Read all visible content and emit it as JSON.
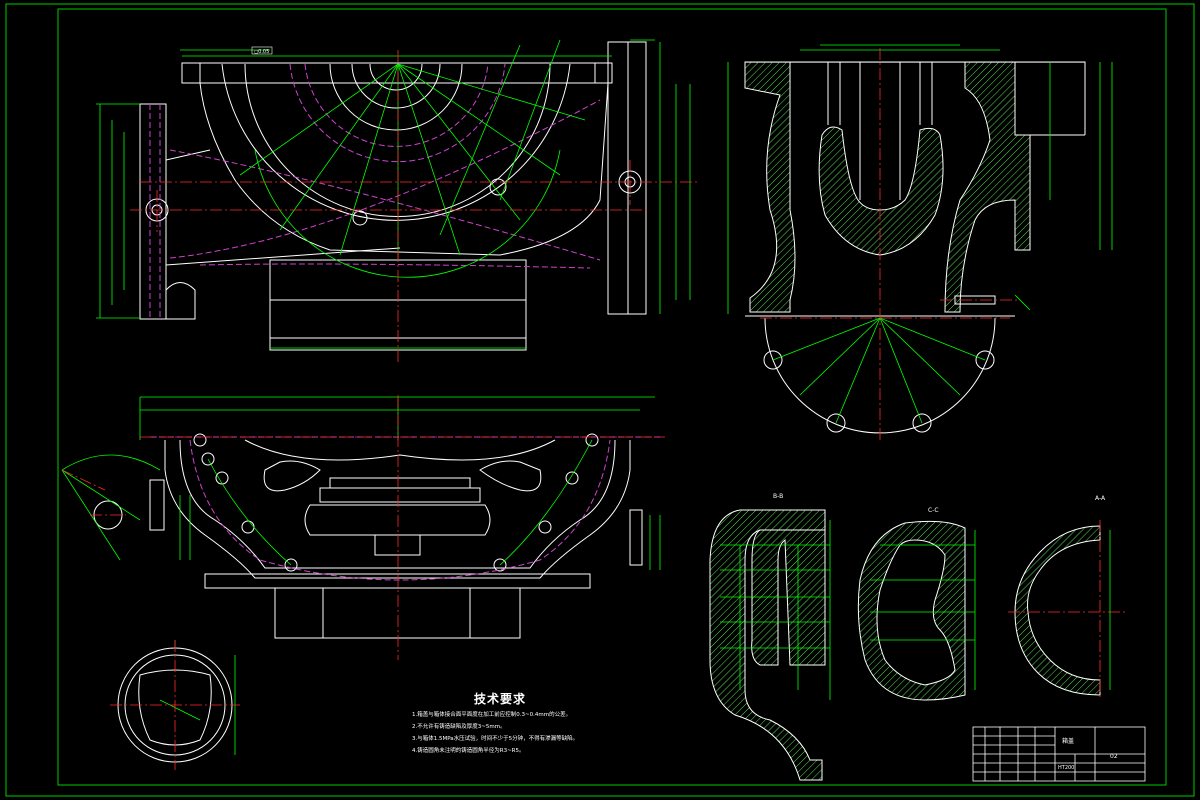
{
  "drawing": {
    "background": "#000000",
    "colors": {
      "outline": "#ffffff",
      "dimension": "#00ff00",
      "centerline": "#ff2a2a",
      "hidden": "#cc44cc",
      "hatch": "#55dd55",
      "border": "#00cc00"
    }
  },
  "views": {
    "front": {
      "tolerance_tag": "◻0.05"
    },
    "section_b": {
      "label": "B-B"
    },
    "section_c": {
      "label": "C-C"
    },
    "section_a": {
      "label": "A-A"
    }
  },
  "tech_requirements": {
    "title": "技术要求",
    "items": [
      "1.箱盖与箱体接合面平面度在加工前应控制0.3~0.4mm的公差。",
      "2.不允许有铸造缺陷及厚度3~5mm。",
      "3.与箱体1.5MPa水压试验，时间不少于5分钟，不得有渗漏等缺陷。",
      "4.铸造圆角未注明的铸造圆角半径为R3~R5。"
    ]
  },
  "title_block": {
    "name": "箱盖",
    "drawing_no": "02",
    "material": "HT200"
  }
}
